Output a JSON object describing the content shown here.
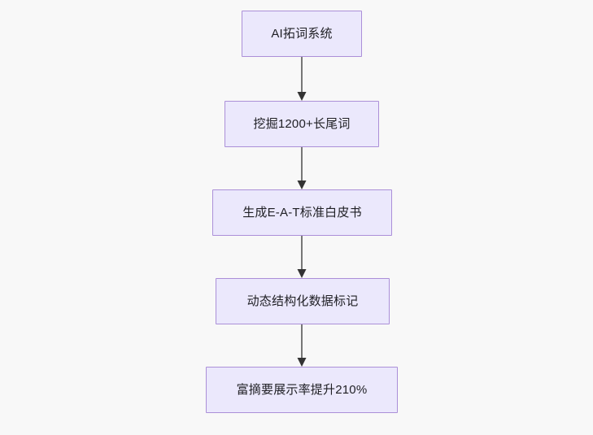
{
  "diagram": {
    "type": "flowchart",
    "direction": "top-to-bottom",
    "background_color": "#f8f8f8",
    "node_fill_color": "#ebe8fc",
    "node_border_color": "#ab8fd8",
    "edge_line_color": "#777777",
    "edge_arrow_color": "#333333",
    "text_color": "#1f1f24",
    "nodes": [
      {
        "id": "n0",
        "label": "AI拓词系统"
      },
      {
        "id": "n1",
        "label": "挖掘1200+长尾词"
      },
      {
        "id": "n2",
        "label": "生成E-A-T标准白皮书"
      },
      {
        "id": "n3",
        "label": "动态结构化数据标记"
      },
      {
        "id": "n4",
        "label": "富摘要展示率提升210%"
      }
    ],
    "edges": [
      {
        "from": "n0",
        "to": "n1",
        "label": ""
      },
      {
        "from": "n1",
        "to": "n2",
        "label": ""
      },
      {
        "from": "n2",
        "to": "n3",
        "label": ""
      },
      {
        "from": "n3",
        "to": "n4",
        "label": ""
      }
    ]
  }
}
